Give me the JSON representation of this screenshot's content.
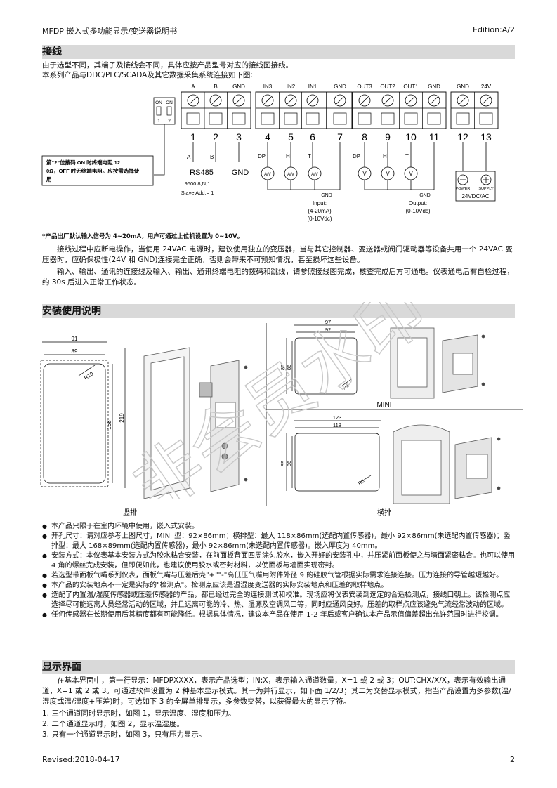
{
  "header": {
    "left": "MFDP 嵌入式多功能显示/变送器说明书",
    "right": "Edition:A/2"
  },
  "wiring": {
    "title": "接线",
    "intro1": "由于选型不同，其端子及接线会不同，具体应按产品型号对应的接线图接线。",
    "intro2": "本系列产品与DDC/PLC/SCADA及其它数据采集系统连接如下图:",
    "terminal_labels": [
      "A",
      "B",
      "GND",
      "IN3",
      "IN2",
      "IN1",
      "GND",
      "OUT3",
      "OUT2",
      "OUT1",
      "GND",
      "GND",
      "24V"
    ],
    "terminal_numbers": [
      "1",
      "2",
      "3",
      "4",
      "5",
      "6",
      "7",
      "8",
      "9",
      "10",
      "11",
      "12",
      "13"
    ],
    "dip_on1": "ON",
    "dip_on2": "ON",
    "dip_n1": "1",
    "dip_n2": "2",
    "dip_note": "第“2”位拨码 ON 时终端电阻 120Ω，OFF 时无终端电阻。应按需选择使用",
    "rs485_a": "A",
    "rs485_b": "B",
    "rs485": "RS485",
    "rs485_cfg": "9600,8,N,1",
    "rs485_addr": "Slave Add.= 1",
    "gnd_label": "GND",
    "in_dp": "DP",
    "in_h": "H",
    "in_t": "T",
    "in_meter": "A/V",
    "in_gnd": "GND",
    "input_label": "Input:",
    "input_range1": "(4-20mA)",
    "input_range2": "(0-10Vdc)",
    "out_dp": "DP",
    "out_h": "H",
    "out_t": "T",
    "out_meter": "V",
    "out_gnd": "GND",
    "output_label": "Output:",
    "output_range": "(0-10Vdc)",
    "power": "POWER",
    "supply": "SUPPLY",
    "power_spec": "24VDC/AC",
    "footnote": "*产品出厂默认输入信号为 4~20mA，用户可通过上位机设置为 0~10V。",
    "para1": "接线过程中应断电操作，当使用 24VAC 电源时，建议使用独立的变压器，当与其它控制器、变送器或阀门驱动器等设备共用一个 24VAC 变压器时，应确保极性(24V 和 GND)连接完全正确，否则会带来不可预知情况，甚至损坏这些设备。",
    "para2": "输入、输出、通讯的连接线及输入、输出、通讯终端电阻的拨码和跳线，请参照接线图完成，核查完成后方可通电。仪表通电后有自检过程，约 30s 后进入正常工作状态。"
  },
  "install": {
    "title": "安装使用说明",
    "vert": {
      "w_outer": "91",
      "w_inner": "89",
      "h_inner": "168",
      "h_outer": "219",
      "radius": "R10",
      "caption": "竖排"
    },
    "mini": {
      "w_outer": "97",
      "w_inner": "92",
      "h_outer": "89",
      "h_inner": "86",
      "radius": "R6",
      "caption": "MINI"
    },
    "horiz": {
      "w_outer": "123",
      "w_inner": "118",
      "h_outer": "89",
      "h_inner": "86",
      "radius": "R6",
      "caption": "横排"
    },
    "watermark": "非会员水印",
    "bullets": [
      "本产品只限于在室内环境中使用，嵌入式安装。",
      "开孔尺寸：请对应参考上图尺寸，MINI 型：92×86mm；横排型：最大 118×86mm(选配内置传感器)，最小 92×86mm(未选配内置传感器)；竖排型：最大 168×89mm(选配内置传感器)，最小 92×86mm(未选配内置传感器)。嵌入厚度为 40mm。",
      "安装方式：本仪表基本安装方式为胶水粘合安装，在前面板背面四周涂匀胶水，嵌入开好的安装孔中，并压紧前面板使之与墙面紧密粘合。也可以使用 4 角的螺丝完成安装，但即便如此，也建议使用胶水或密封材料，以使面板与墙面实现密封。",
      "若选型带面板气嘴系列仪表，面板气嘴与压差后壳\"+\"\"-\"高低压气嘴用附件外径 9 的硅胶气管根据实际需求连接连接。压力连接的导管越短越好。",
      "本产品的安装地点不一定是实际的\"检测点\"。检测点应该是温湿度变送器的实际安装地点和压差的取样地点。",
      "选配了内置温/湿度传感器或压差传感器的产品，都已经过完全的连接测试和校准。现场应将仪表安装到选定的合适检测点，接线口朝上。该检测点应选择尽可能远离人员经常活动的区域，并且远离可能的冷、热、湿源及空调风口等，同时应通风良好。压差的取样点应该避免气流经常波动的区域。",
      "任何传感器在长期使用后其精度都有可能降低。根据具体情况，建议本产品在使用 1-2 年后或客户确认本产品示值偏差超出允许范围时进行校调。"
    ]
  },
  "display": {
    "title": "显示界面",
    "para1": "在基本界面中，第一行显示：MFDPXXXX，表示产品选型；IN:X，表示输入通道数量，X=1 或 2 或 3；OUT:CHX/X/X，表示有效输出通道，X=1 或 2 或 3。可通过软件设置为 2 种基本显示模式。其一为并行显示，如下面 1/2/3；其二为交替显示模式，指当产品设置为多参数(温/湿度或温/湿度+压差)时，可选如下 3 的全屏单排显示，多参数交替，以获得最大的显示字符。",
    "items": [
      "1. 三个通道同时显示时，如图 1，显示温度、湿度和压力。",
      "2. 二个通道显示时，如图 2，显示温湿度。",
      "3. 只有一个通道显示时，如图 3，只有压力显示。"
    ]
  },
  "footer": {
    "left": "Revised:2018-04-17",
    "right": "2"
  }
}
